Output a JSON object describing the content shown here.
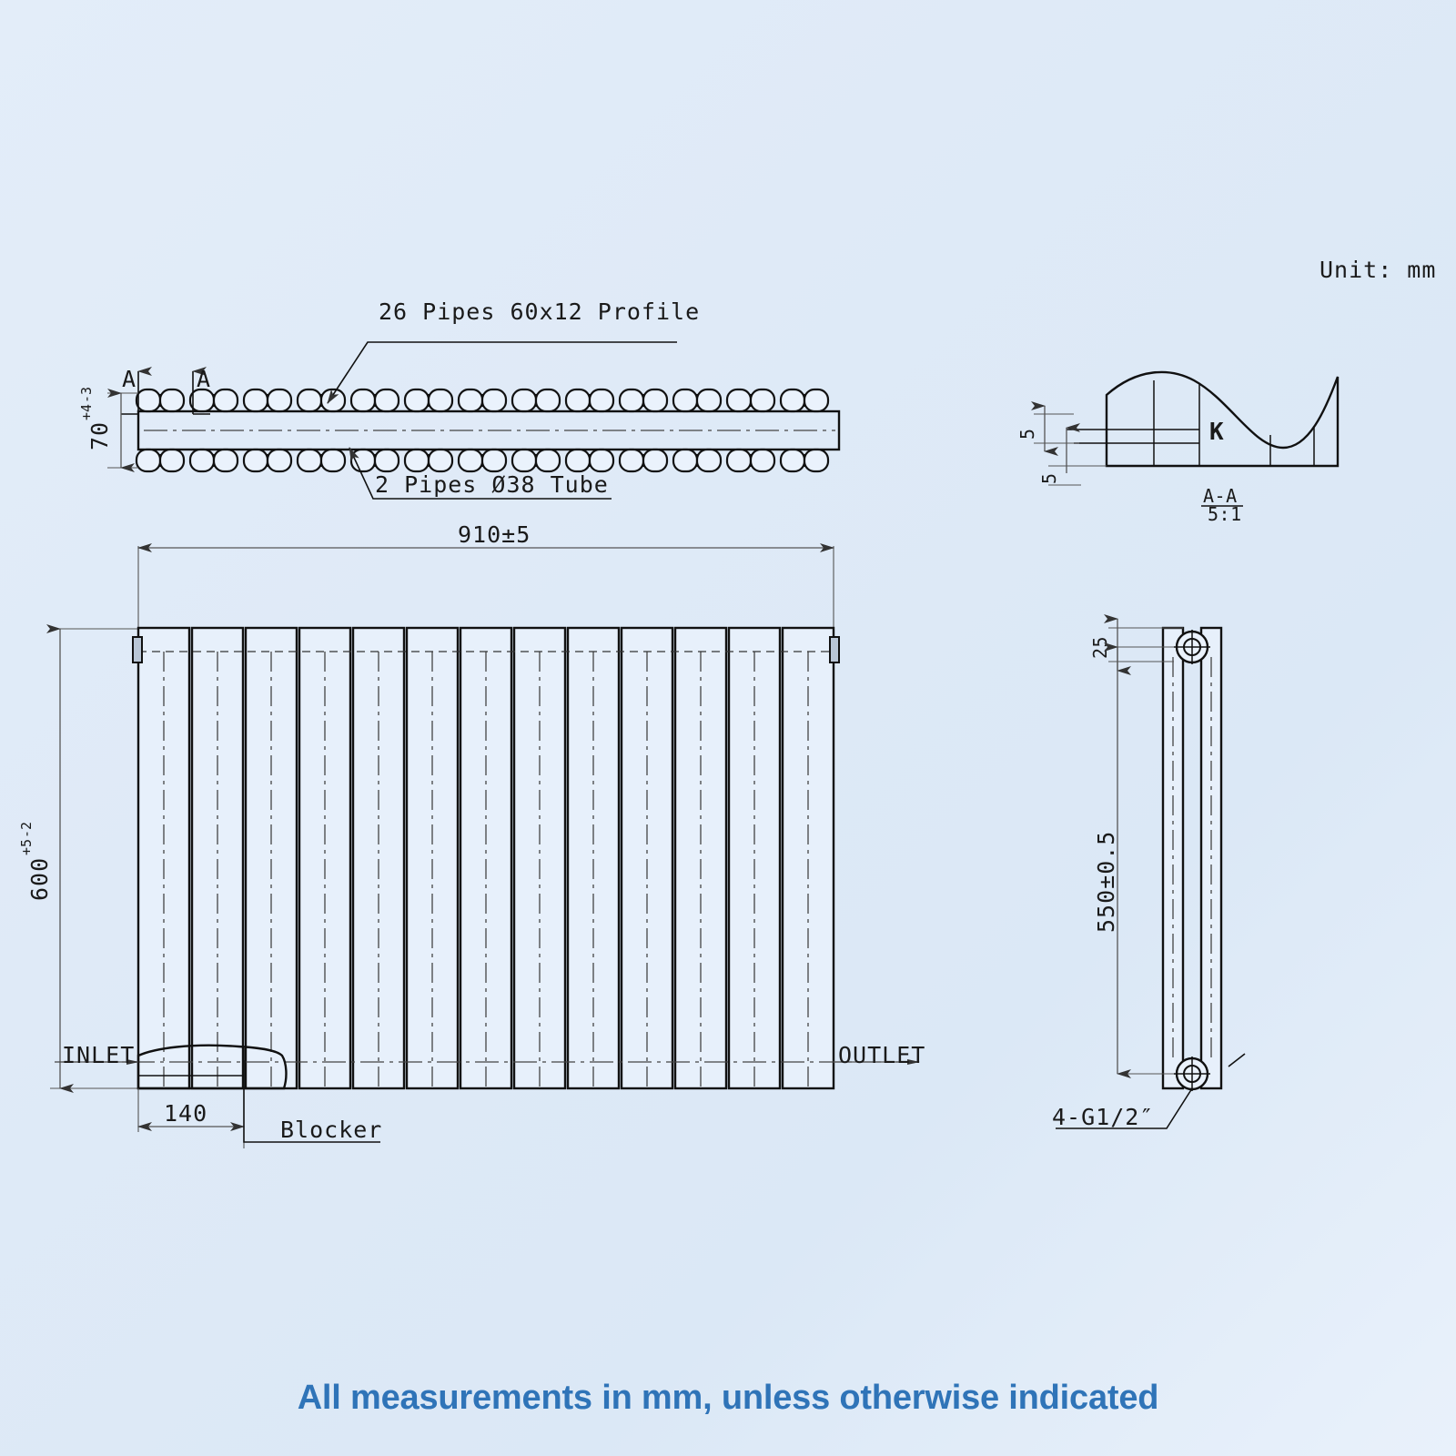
{
  "page": {
    "unit_note": "Unit: mm",
    "caption": "All measurements in mm, unless otherwise indicated",
    "caption_color": "#2f74b8",
    "background_color": "#dfeaf7",
    "line_color": "#111111"
  },
  "top_view": {
    "callout_profile": "26 Pipes 60x12 Profile",
    "callout_tube": "2 Pipes Ø38 Tube",
    "height_dim": "70",
    "height_tol_upper": "+4",
    "height_tol_lower": "-3",
    "section_mark_left": "A",
    "section_mark_right": "A",
    "pipe_pair_count": 13
  },
  "section_view": {
    "title": "A-A",
    "scale": "5:1",
    "detail_label": "K",
    "dim_1": "5",
    "dim_2": "5"
  },
  "front_view": {
    "width_dim": "910±5",
    "height_dim": "600",
    "height_tol_upper": "+5",
    "height_tol_lower": "-2",
    "inlet_label": "INLET",
    "outlet_label": "OUTLET",
    "blocker_label": "Blocker",
    "blocker_dim": "140",
    "fin_count": 13
  },
  "side_view": {
    "top_offset_dim": "25",
    "height_dim": "550±0.5",
    "connection_label": "4-G1/2″"
  },
  "icons": {
    "section_arrow": "section-arrow-icon",
    "flow_arrow": "flow-arrow-icon",
    "dim_arrow": "dimension-arrow-icon",
    "port_circle": "connection-port-icon"
  }
}
